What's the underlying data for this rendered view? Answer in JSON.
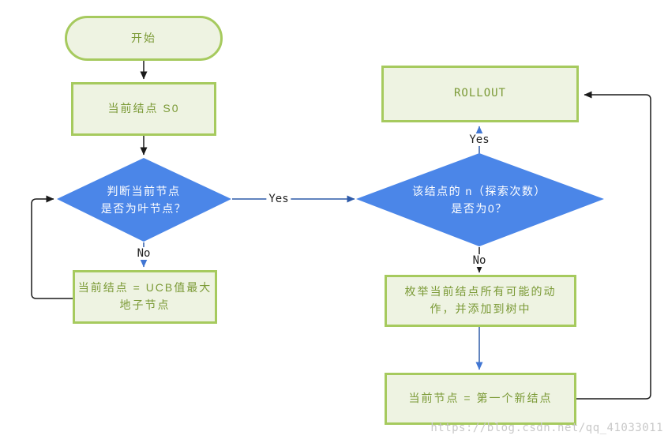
{
  "diagram": {
    "type": "flowchart",
    "background": "#ffffff",
    "colors": {
      "node_fill": "#eef3e2",
      "node_border": "#a6ca5e",
      "node_text": "#7b9a36",
      "decision_fill": "#4b86e8",
      "decision_text": "#ffffff",
      "edge_black": "#1a1a1a",
      "edge_blue": "#2d5aa9",
      "arrow_blue": "#4176d3",
      "label_text": "#222222",
      "watermark_text": "#c8c8c8"
    },
    "nodes": {
      "start": {
        "shape": "stadium",
        "label": "开始"
      },
      "s0": {
        "shape": "rect",
        "label": "当前结点 S0"
      },
      "leaf_decision": {
        "shape": "diamond",
        "label": "判断当前节点\n是否为叶节点？"
      },
      "n_decision": {
        "shape": "diamond",
        "label": "该结点的 n（探索次数）\n是否为0？"
      },
      "rollout": {
        "shape": "rect",
        "label": "ROLLOUT"
      },
      "ucb": {
        "shape": "rect",
        "label": "当前结点 = UCB值最大\n地子节点"
      },
      "enumerate": {
        "shape": "rect",
        "label": "枚举当前结点所有可能的动\n作，并添加到树中"
      },
      "new_node": {
        "shape": "rect",
        "label": "当前节点 = 第一个新结点"
      }
    },
    "edge_labels": {
      "leaf_yes": "Yes",
      "leaf_no": "No",
      "n_yes": "Yes",
      "n_no": "No"
    },
    "watermark": "https://blog.csdn.net/qq_41033011"
  }
}
